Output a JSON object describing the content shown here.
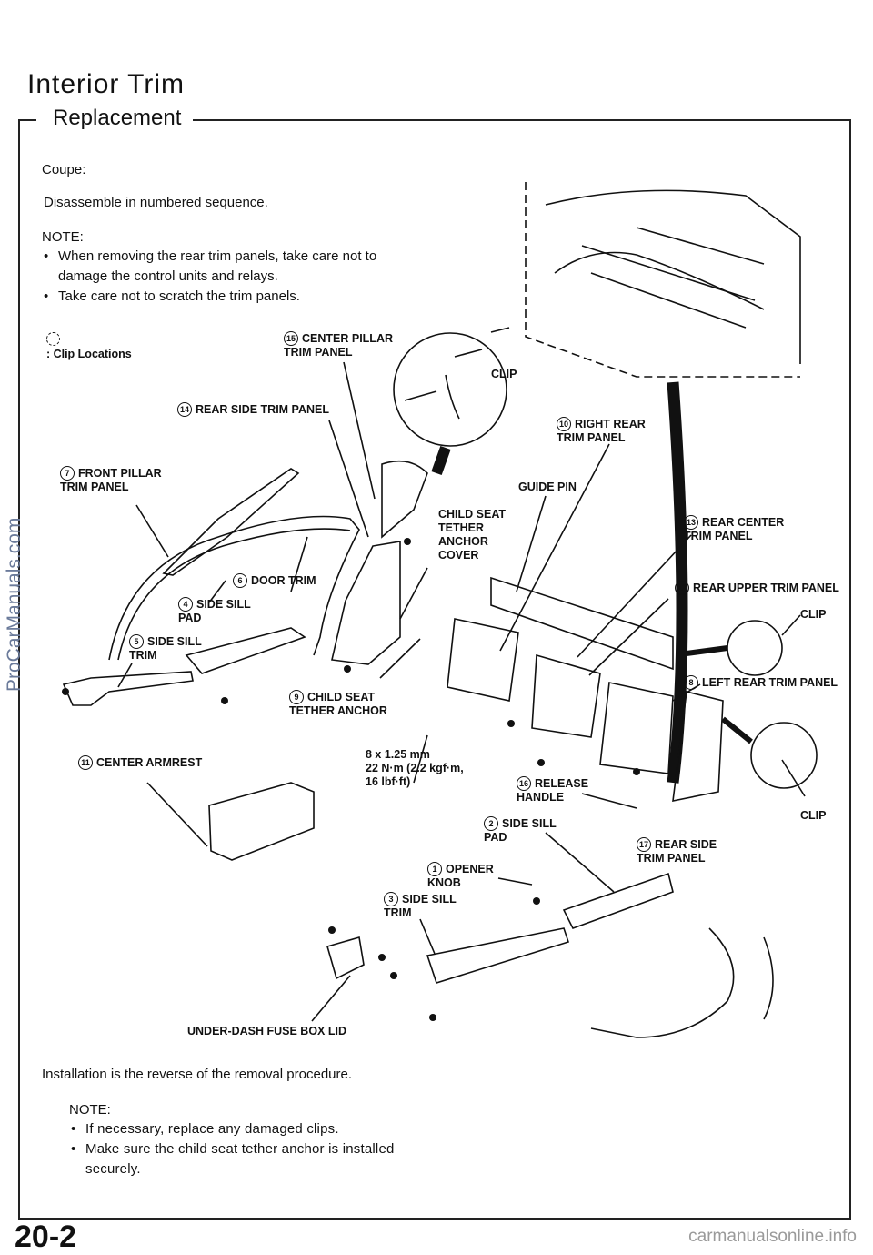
{
  "header": {
    "title": "Interior Trim",
    "section": "Replacement"
  },
  "intro": {
    "model": "Coupe:",
    "instruction": "Disassemble in numbered sequence.",
    "note_label": "NOTE:",
    "notes": [
      "When removing the rear trim panels, take care not to damage the control units and relays.",
      "Take care not to scratch the trim panels."
    ]
  },
  "legend": {
    "text": ": Clip Locations"
  },
  "callouts": [
    {
      "num": "15",
      "text": "CENTER PILLAR\nTRIM PANEL"
    },
    {
      "num": "",
      "text": "CLIP"
    },
    {
      "num": "14",
      "text": "REAR SIDE TRIM PANEL"
    },
    {
      "num": "10",
      "text": "RIGHT REAR\nTRIM PANEL"
    },
    {
      "num": "7",
      "text": "FRONT PILLAR\nTRIM PANEL"
    },
    {
      "num": "",
      "text": "GUIDE PIN"
    },
    {
      "num": "",
      "text": "CHILD SEAT\nTETHER\nANCHOR\nCOVER"
    },
    {
      "num": "13",
      "text": "REAR CENTER\nTRIM PANEL"
    },
    {
      "num": "6",
      "text": "DOOR TRIM"
    },
    {
      "num": "12",
      "text": "REAR UPPER TRIM PANEL"
    },
    {
      "num": "4",
      "text": "SIDE SILL\nPAD"
    },
    {
      "num": "",
      "text": "CLIP"
    },
    {
      "num": "5",
      "text": "SIDE SILL\nTRIM"
    },
    {
      "num": "8",
      "text": "LEFT REAR TRIM PANEL"
    },
    {
      "num": "9",
      "text": "CHILD SEAT\nTETHER ANCHOR"
    },
    {
      "num": "11",
      "text": "CENTER ARMREST"
    },
    {
      "num": "",
      "text": "8 x 1.25 mm\n22 N·m (2.2 kgf·m,\n16 lbf·ft)"
    },
    {
      "num": "16",
      "text": "RELEASE\nHANDLE"
    },
    {
      "num": "",
      "text": "CLIP"
    },
    {
      "num": "2",
      "text": "SIDE SILL\nPAD"
    },
    {
      "num": "17",
      "text": "REAR SIDE\nTRIM PANEL"
    },
    {
      "num": "1",
      "text": "OPENER\nKNOB"
    },
    {
      "num": "3",
      "text": "SIDE SILL\nTRIM"
    },
    {
      "num": "",
      "text": "UNDER-DASH FUSE BOX LID"
    }
  ],
  "installation": {
    "text": "Installation is the reverse of the removal procedure.",
    "note_label": "NOTE:",
    "notes": [
      "If necessary, replace any damaged clips.",
      "Make sure the child seat tether anchor is installed securely."
    ]
  },
  "footer": {
    "page": "20-2",
    "url": "carmanualsonline.info",
    "watermark": "ProCarManuals.com"
  }
}
